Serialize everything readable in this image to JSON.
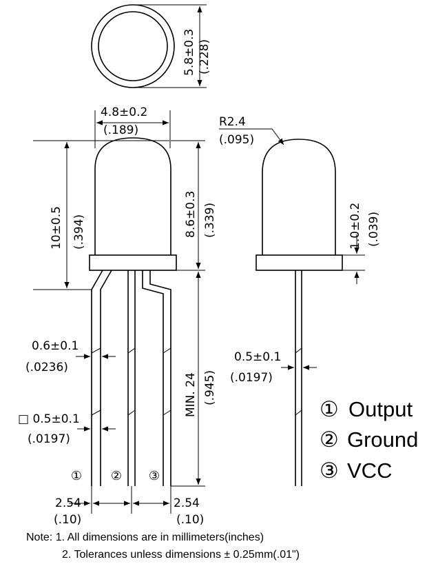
{
  "dimensions": {
    "top_diameter": "5.8±0.3",
    "top_diameter_in": "(.228)",
    "body_diameter": "4.8±0.2",
    "body_diameter_in": "(.189)",
    "total_height": "10±0.5",
    "total_height_in": "(.394)",
    "body_height": "8.6±0.3",
    "body_height_in": "(.339)",
    "radius": "R2.4",
    "radius_in": "(.095)",
    "flange": "1.0±0.2",
    "flange_in": "(.039)",
    "lead_width": "0.6±0.1",
    "lead_width_in": "(.0236)",
    "lead_square": "□ 0.5±0.1",
    "lead_square_in": "(.0197)",
    "side_lead": "0.5±0.1",
    "side_lead_in": "(.0197)",
    "lead_length": "MIN. 24",
    "lead_length_in": "(.945)",
    "pitch_left": "2.54",
    "pitch_left_in": "(.10)",
    "pitch_right": "2.54",
    "pitch_right_in": "(.10)"
  },
  "pin_numbers": [
    "①",
    "②",
    "③"
  ],
  "legend": [
    {
      "num": "①",
      "label": "Output"
    },
    {
      "num": "②",
      "label": "Ground"
    },
    {
      "num": "③",
      "label": "VCC"
    }
  ],
  "notes": {
    "line1": "Note: 1. All dimensions are in millimeters(inches)",
    "line2": "2. Tolerances unless dimensions ± 0.25mm(.01\")"
  }
}
